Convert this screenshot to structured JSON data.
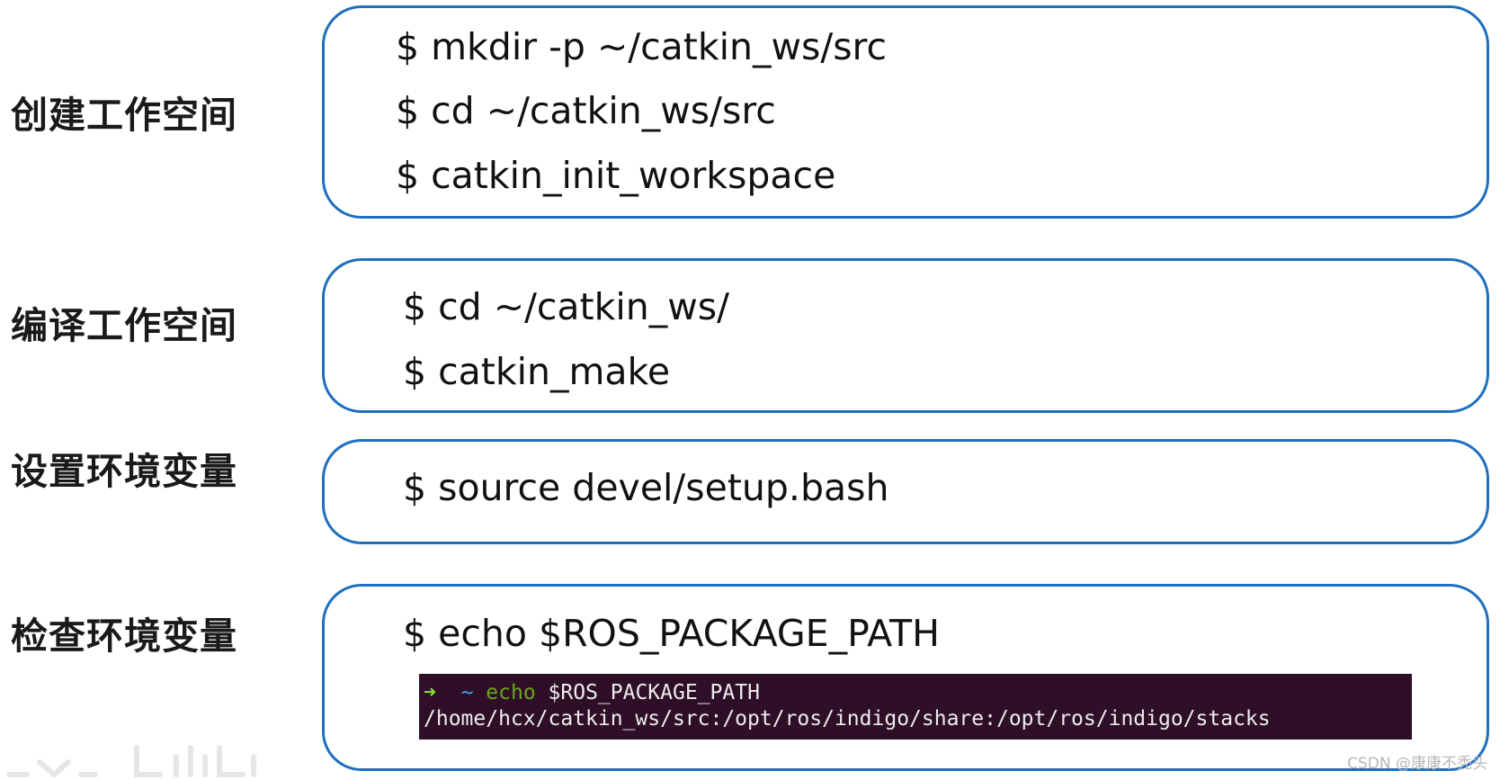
{
  "steps": [
    {
      "label": "创建工作空间",
      "commands": [
        "$ mkdir -p ~/catkin_ws/src",
        "$ cd ~/catkin_ws/src",
        "$ catkin_init_workspace"
      ]
    },
    {
      "label": "编译工作空间",
      "commands": [
        "$ cd ~/catkin_ws/",
        "$ catkin_make"
      ]
    },
    {
      "label": "设置环境变量",
      "commands": [
        "$ source devel/setup.bash"
      ]
    },
    {
      "label": "检查环境变量",
      "commands": [
        "$ echo $ROS_PACKAGE_PATH"
      ]
    }
  ],
  "terminal": {
    "prompt_arrow": "➜",
    "prompt_dir": "~",
    "command": "echo",
    "argument": "$ROS_PACKAGE_PATH",
    "output": "/home/hcx/catkin_ws/src:/opt/ros/indigo/share:/opt/ros/indigo/stacks"
  },
  "watermark": "CSDN @康康不秃头",
  "colors": {
    "box_border": "#1f6fbf",
    "terminal_bg": "#2f0f27",
    "prompt_arrow": "#8ae234",
    "prompt_dir": "#3fa4ef",
    "command": "#6aa51a"
  },
  "logo": "bilibili-logo"
}
